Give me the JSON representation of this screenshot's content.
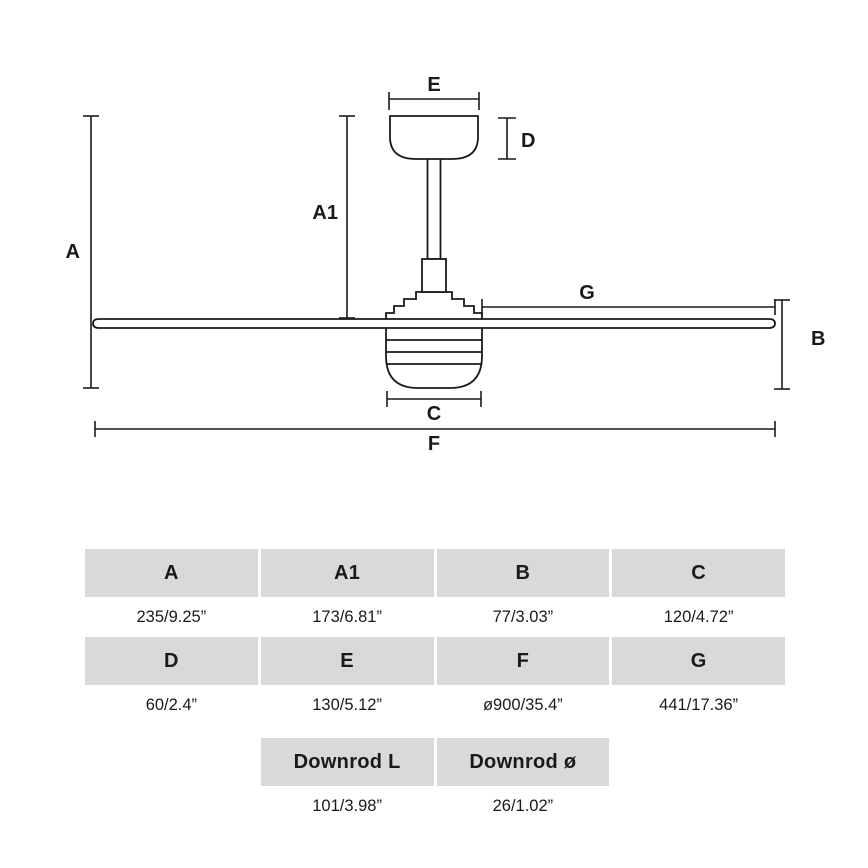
{
  "diagram": {
    "labels": {
      "A": "A",
      "A1": "A1",
      "B": "B",
      "C": "C",
      "D": "D",
      "E": "E",
      "F": "F",
      "G": "G"
    }
  },
  "table": {
    "group1": {
      "headers": [
        "A",
        "A1",
        "B",
        "C"
      ],
      "values": [
        "235/9.25”",
        "173/6.81”",
        "77/3.03”",
        "120/4.72”"
      ]
    },
    "group2": {
      "headers": [
        "D",
        "E",
        "F",
        "G"
      ],
      "values": [
        "60/2.4”",
        "130/5.12”",
        "ø900/35.4”",
        "441/17.36”"
      ]
    },
    "group3": {
      "headers": [
        "Downrod L",
        "Downrod ø"
      ],
      "values": [
        "101/3.98”",
        "26/1.02”"
      ]
    }
  }
}
